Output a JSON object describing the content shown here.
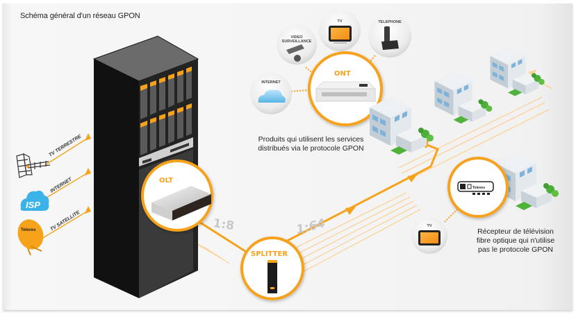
{
  "title": "Schéma général d'un réseau GPON",
  "colors": {
    "accent": "#f7a21b",
    "accent_light": "#fbd39a",
    "rack": "#1c1c1c",
    "rack_slot": "#555555",
    "ratio_text": "#c8c8c8",
    "background": "#f5f5f5"
  },
  "sources": [
    {
      "label": "TV TERRESTRE",
      "icon": "antenna-icon"
    },
    {
      "label": "INTERNET",
      "icon": "isp-cloud-icon",
      "badge": "ISP"
    },
    {
      "label": "TV SATELLITE",
      "icon": "satellite-dish-icon",
      "badge": "Televes"
    }
  ],
  "nodes": {
    "olt": {
      "label": "OLT"
    },
    "splitter": {
      "label": "SPLITTER"
    },
    "ont": {
      "label": "ONT"
    },
    "receiver": {
      "badge": "Televes"
    }
  },
  "ratios": {
    "olt_to_splitter": "1:8",
    "splitter_to_homes": "1:64"
  },
  "services": [
    {
      "label": "INTERNET",
      "icon": "cloud-icon"
    },
    {
      "label": "VIDEO SURVEILLANCE",
      "line1": "VIDEO",
      "line2": "SURVEILLANCE",
      "icon": "camera-icon"
    },
    {
      "label": "TV",
      "icon": "tv-icon"
    },
    {
      "label": "TELEPHONE",
      "icon": "phone-icon"
    }
  ],
  "receiver_tv": {
    "label": "TV"
  },
  "captions": {
    "ont_line1": "Produits qui utilisent les services",
    "ont_line2": "distribués via le protocole GPON",
    "rx_line1": "Récepteur de télévision",
    "rx_line2": "fibre optique qui n'utilise",
    "rx_line3": "pas le protocole GPON"
  }
}
